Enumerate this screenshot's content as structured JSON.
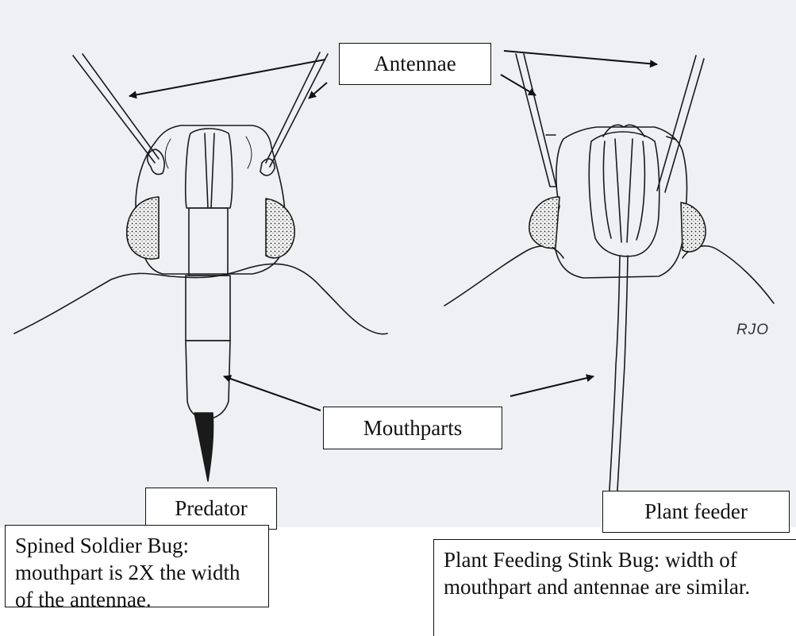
{
  "labels": {
    "antennae": "Antennae",
    "mouthparts": "Mouthparts",
    "predator": "Predator",
    "plant_feeder": "Plant feeder"
  },
  "captions": {
    "spined_soldier_bug": "Spined Soldier Bug:  mouthpart is 2X the width of the antennae.",
    "plant_feeding_stink_bug": "Plant Feeding Stink Bug:  width of mouthpart and antennae are similar."
  },
  "artist_initials": "RJO",
  "colors": {
    "background": "#eef0f4",
    "ink": "#1a1a1a",
    "label_box": "#ffffff"
  }
}
